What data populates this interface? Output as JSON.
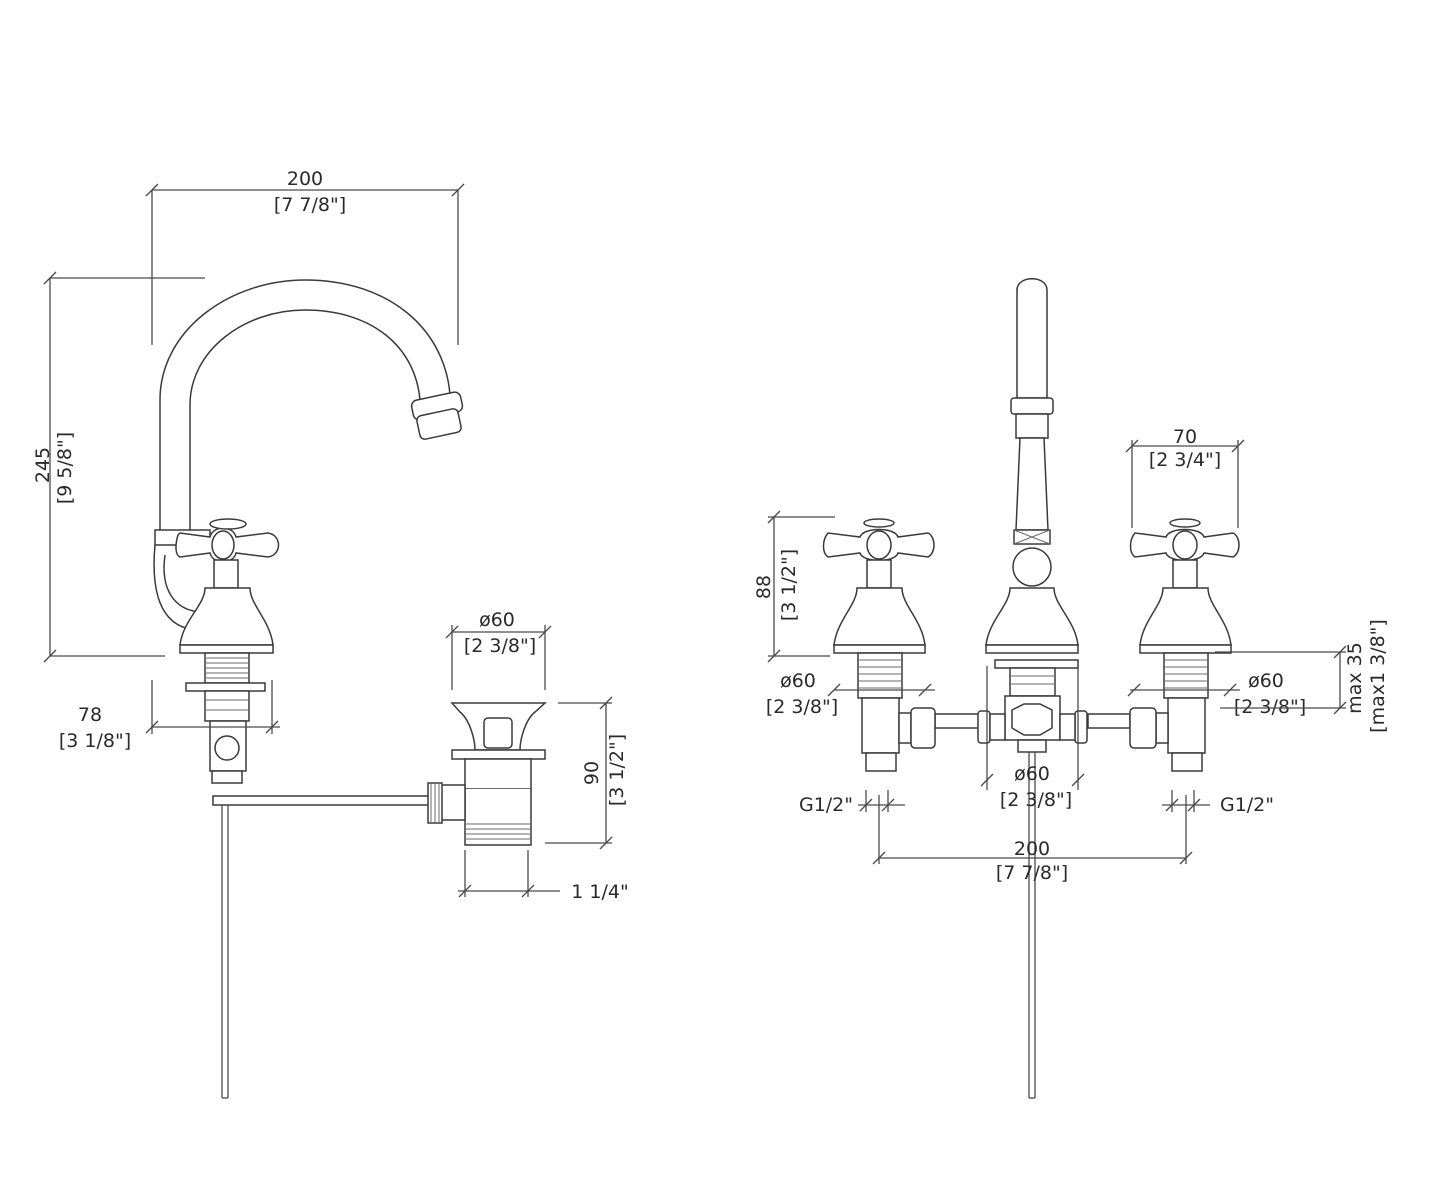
{
  "side_view": {
    "width": {
      "mm": "200",
      "in": "[7 7/8\"]"
    },
    "height": {
      "mm": "245",
      "in": "[9 5/8\"]"
    },
    "reach": {
      "mm": "78",
      "in": "[3 1/8\"]"
    },
    "drain_dia": {
      "mm": "ø60",
      "in": "[2 3/8\"]"
    },
    "drain_height": {
      "mm": "90",
      "in": "[3 1/2\"]"
    },
    "drain_thread": "1 1/4\""
  },
  "front_view": {
    "handle_spread": {
      "mm": "70",
      "in": "[2 3/4\"]"
    },
    "handle_height": {
      "mm": "88",
      "in": "[3 1/2\"]"
    },
    "left_base_dia": {
      "mm": "ø60",
      "in": "[2 3/8\"]"
    },
    "right_base_dia": {
      "mm": "ø60",
      "in": "[2 3/8\"]"
    },
    "center_base_dia": {
      "mm": "ø60",
      "in": "[2 3/8\"]"
    },
    "deck": {
      "mm": "max 35",
      "in": "[max1 3/8\"]"
    },
    "left_thread": "G1/2\"",
    "right_thread": "G1/2\"",
    "center_spacing": {
      "mm": "200",
      "in": "[7 7/8\"]"
    }
  }
}
